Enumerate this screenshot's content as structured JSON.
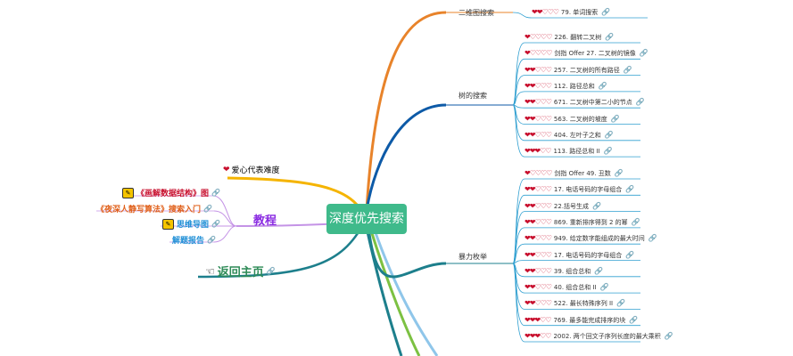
{
  "center": {
    "label": "深度优先搜索"
  },
  "legend": {
    "label": "爱心代表难度"
  },
  "tutorial": {
    "label": "教程",
    "items": [
      {
        "label": "《画解数据结构》图",
        "color": "#c8102e",
        "icon": "doc-icon"
      },
      {
        "label": "《夜深人静写算法》搜索入门",
        "color": "#e0601a",
        "icon": ""
      },
      {
        "label": "思维导图",
        "color": "#1f8fd6",
        "icon": "doc-icon"
      },
      {
        "label": "解题报告",
        "color": "#1f8fd6",
        "icon": ""
      }
    ]
  },
  "back_home": {
    "label": "返回主页",
    "icon": "pointing-hand-icon"
  },
  "branches": [
    {
      "label": "二维图搜索",
      "color": "#e8832a",
      "leaves": [
        {
          "hearts": 2,
          "text": "79. 单词搜索"
        }
      ]
    },
    {
      "label": "树的搜索",
      "color": "#0d5aa7",
      "leaves": [
        {
          "hearts": 1,
          "text": "226. 翻转二叉树"
        },
        {
          "hearts": 1,
          "text": "剑指 Offer 27. 二叉树的镜像"
        },
        {
          "hearts": 2,
          "text": "257. 二叉树的所有路径"
        },
        {
          "hearts": 2,
          "text": "112. 路径总和"
        },
        {
          "hearts": 2,
          "text": "671. 二叉树中第二小的节点"
        },
        {
          "hearts": 2,
          "text": "563. 二叉树的坡度"
        },
        {
          "hearts": 2,
          "text": "404. 左叶子之和"
        },
        {
          "hearts": 3,
          "text": "113. 路径总和 II"
        }
      ]
    },
    {
      "label": "暴力枚举",
      "color": "#1d7f8c",
      "leaves": [
        {
          "hearts": 1,
          "text": "剑指 Offer 49. 丑数"
        },
        {
          "hearts": 2,
          "text": "17. 电话号码的字母组合"
        },
        {
          "hearts": 2,
          "text": "22.括号生成"
        },
        {
          "hearts": 2,
          "text": "869. 重新排序得到 2 的幂"
        },
        {
          "hearts": 2,
          "text": "949. 给定数字能组成的最大时间"
        },
        {
          "hearts": 2,
          "text": "17. 电话号码的字母组合"
        },
        {
          "hearts": 2,
          "text": "39. 组合总和"
        },
        {
          "hearts": 2,
          "text": "40. 组合总和 II"
        },
        {
          "hearts": 2,
          "text": "522. 最长特殊序列 II"
        },
        {
          "hearts": 3,
          "text": "769. 最多能完成排序的块"
        },
        {
          "hearts": 3,
          "text": "2002. 两个回文子序列长度的最大乘积"
        }
      ]
    }
  ]
}
